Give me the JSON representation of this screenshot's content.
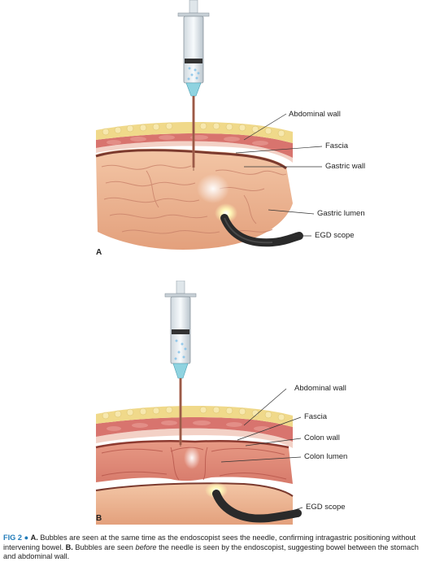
{
  "panel_a": {
    "letter": "A",
    "labels": {
      "abdominal_wall": "Abdominal wall",
      "fascia": "Fascia",
      "gastric_wall": "Gastric wall",
      "gastric_lumen": "Gastric lumen",
      "egd_scope": "EGD scope"
    }
  },
  "panel_b": {
    "letter": "B",
    "labels": {
      "abdominal_wall": "Abdominal wall",
      "fascia": "Fascia",
      "colon_wall": "Colon wall",
      "colon_lumen": "Colon lumen",
      "egd_scope": "EGD scope"
    }
  },
  "caption": {
    "fig_label": "FIG 2",
    "separator": "●",
    "a_letter": "A.",
    "a_text": "Bubbles are seen at the same time as the endoscopist sees the needle, confirming intragastric positioning without intervening bowel.",
    "b_letter": "B.",
    "b_text_1": "Bubbles are seen",
    "b_emph": "before",
    "b_text_2": "the needle is seen by the endoscopist, suggesting bowel between the stomach and abdominal wall."
  },
  "colors": {
    "fat": "#f1d98a",
    "muscle": "#d9736e",
    "fascia": "#f5cfc4",
    "stomach": "#eab08c",
    "scope": "#2a2a2a",
    "light": "#fff6b0",
    "accent": "#1f7ab8"
  }
}
